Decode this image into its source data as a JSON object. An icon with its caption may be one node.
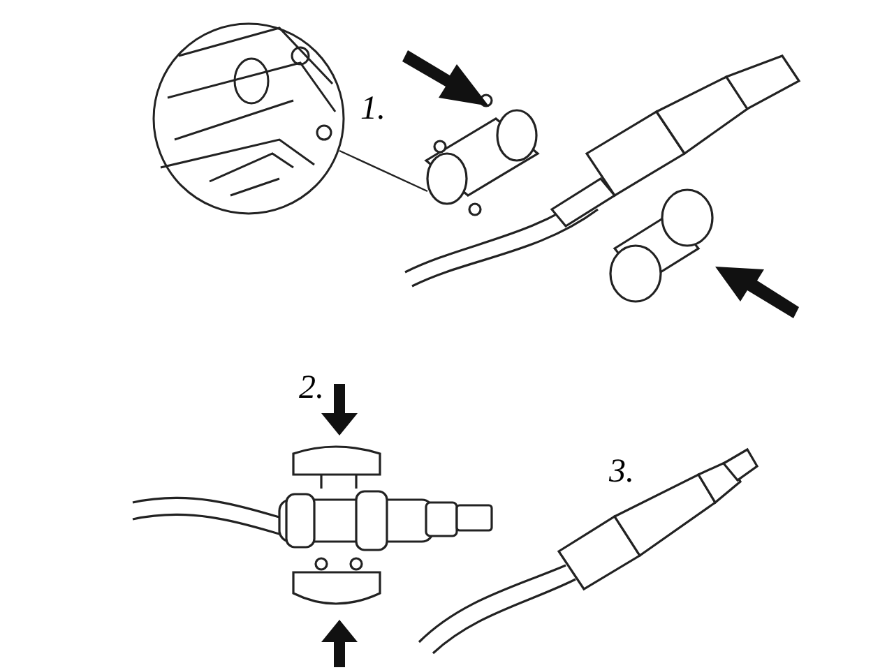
{
  "diagram": {
    "nodes": [
      {
        "text": [],
        "shape": "circle"
      },
      {
        "text": [],
        "shape": "picture"
      }
    ],
    "edges": [
      {
        "from": 0,
        "to": 1,
        "arrow": "none"
      }
    ],
    "labels": [
      "1.",
      "2.",
      "3."
    ]
  }
}
